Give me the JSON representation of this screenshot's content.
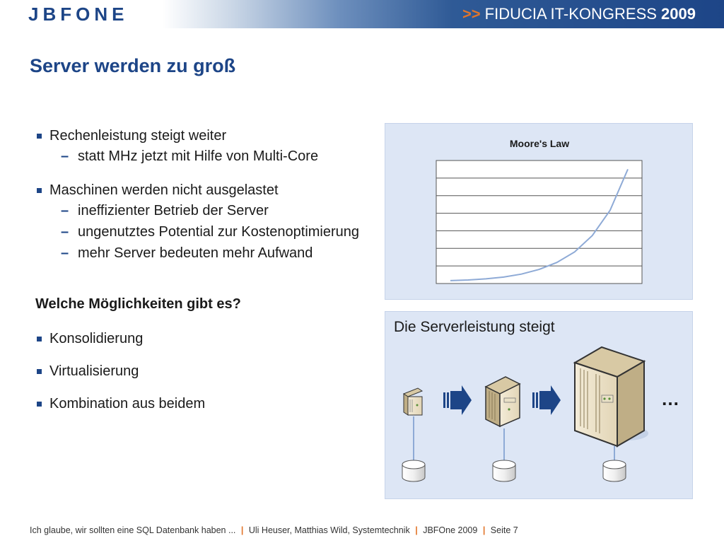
{
  "header": {
    "logo": "JBFONE",
    "event_arrows": ">>",
    "event_name": "FIDUCIA IT-KONGRESS",
    "event_year": "2009"
  },
  "slide": {
    "title": "Server werden zu groß",
    "bullets": [
      {
        "text": "Rechenleistung steigt weiter",
        "sub": [
          "statt MHz jetzt mit Hilfe von Multi-Core"
        ]
      },
      {
        "text": "Maschinen werden nicht ausgelastet",
        "sub": [
          "ineffizienter Betrieb der Server",
          "ungenutztes Potential zur Kostenoptimierung",
          "mehr Server bedeuten mehr Aufwand"
        ]
      }
    ],
    "question": "Welche Möglichkeiten gibt es?",
    "options": [
      "Konsolidierung",
      "Virtualisierung",
      "Kombination aus beidem"
    ]
  },
  "chart_data": {
    "type": "line",
    "title": "Moore's Law",
    "x": [
      0,
      1,
      2,
      3,
      4,
      5,
      6,
      7,
      8,
      9,
      10
    ],
    "series": [
      {
        "values": [
          0.5,
          0.6,
          0.8,
          1.1,
          1.6,
          2.4,
          3.6,
          5.4,
          8.2,
          12.5,
          19.5
        ]
      }
    ],
    "ylim": [
      0,
      21
    ],
    "grid": true,
    "sub_dash": "–",
    "colors": {
      "line": "#8eaad6",
      "grid": "#555555"
    }
  },
  "diagram": {
    "caption": "Die Serverleistung steigt",
    "ellipsis": "…",
    "icons": [
      "small-server-icon",
      "medium-server-icon",
      "large-server-icon",
      "database-icon",
      "arrow-right-icon"
    ]
  },
  "footer": {
    "part1": "Ich glaube, wir sollten eine SQL Datenbank haben ...",
    "part2": "Uli Heuser, Matthias Wild, Systemtechnik",
    "part3": "JBFOne 2009",
    "part4": "Seite 7",
    "sep": "|"
  },
  "colors": {
    "brand": "#1d4587",
    "accent": "#e2752a",
    "panel": "#dde6f5"
  }
}
